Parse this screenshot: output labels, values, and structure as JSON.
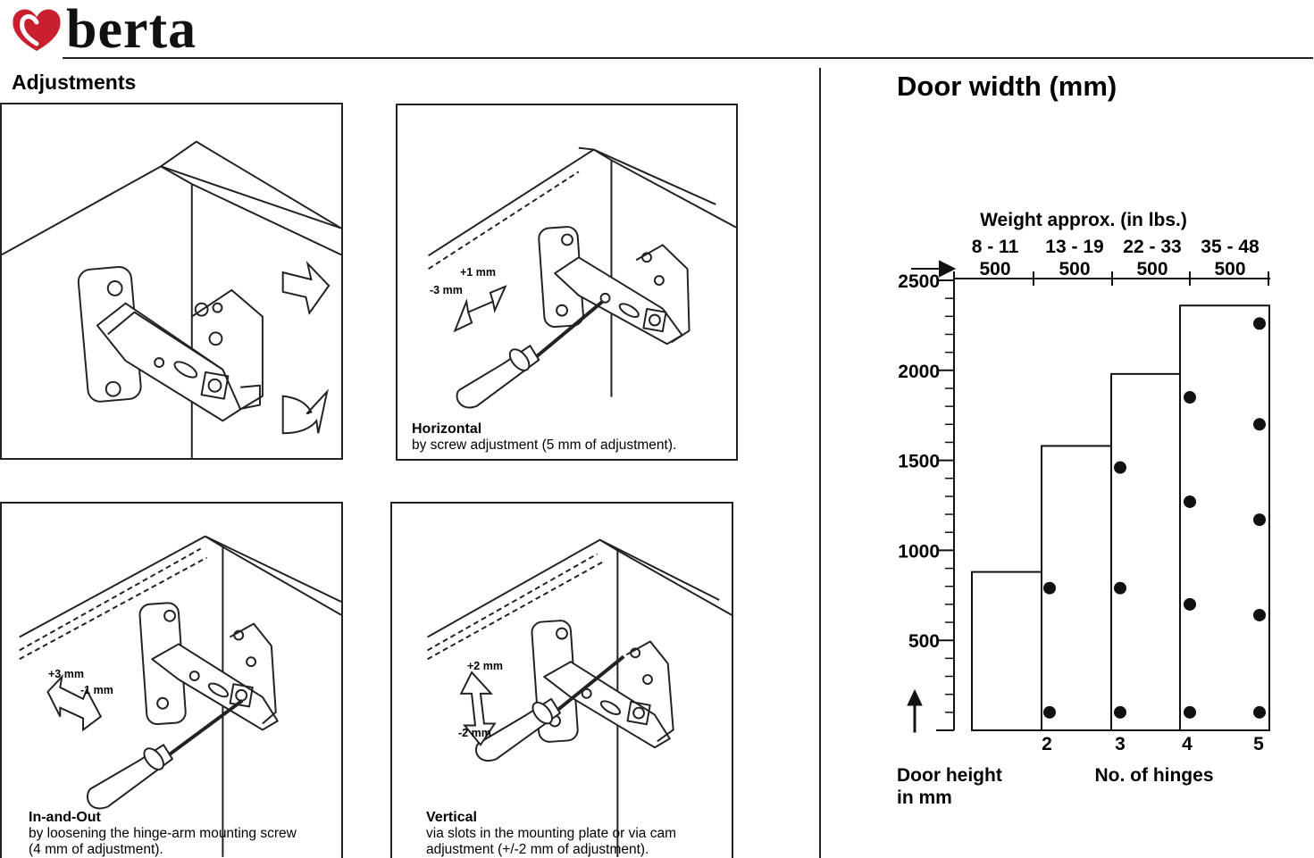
{
  "brand": {
    "name": "berta",
    "logo_icon": "heart-mark",
    "logo_color": "#c8202e"
  },
  "section_title": "Adjustments",
  "panels": [
    {
      "id": "push",
      "title": "",
      "lines": [],
      "labels": [],
      "icons": [
        "hinge-icon",
        "push-arrow-icon",
        "swing-arrow-icon"
      ]
    },
    {
      "id": "horizontal",
      "title": "Horizontal",
      "lines": [
        "by screw adjustment (5 mm of adjustment)."
      ],
      "labels": [
        "+1 mm",
        "-3 mm"
      ],
      "icons": [
        "hinge-icon",
        "screwdriver-icon",
        "double-arrow-icon"
      ]
    },
    {
      "id": "in-and-out",
      "title": "In-and-Out",
      "lines": [
        "by loosening the hinge-arm mounting screw",
        "(4 mm of adjustment)."
      ],
      "labels": [
        "+3 mm",
        "-1 mm"
      ],
      "icons": [
        "hinge-icon",
        "screwdriver-icon",
        "double-arrow-icon"
      ]
    },
    {
      "id": "vertical",
      "title": "Vertical",
      "lines": [
        "via slots in the mounting plate or via cam",
        "adjustment (+/-2 mm of adjustment)."
      ],
      "labels": [
        "+2 mm",
        "-2 mm"
      ],
      "icons": [
        "hinge-icon",
        "screwdriver-icon",
        "vertical-arrow-icon"
      ]
    }
  ],
  "chart_data": {
    "type": "bar",
    "title": "Door width (mm)",
    "top_axis_title": "Weight approx. (in lbs.)",
    "weight_ranges": [
      "8 - 11",
      "13 - 19",
      "22 - 33",
      "35 - 48"
    ],
    "width_values": [
      "500",
      "500",
      "500",
      "500"
    ],
    "y_ticks": [
      "2500",
      "2000",
      "1500",
      "1000",
      "500"
    ],
    "ylim": [
      0,
      2500
    ],
    "categories": [
      "2",
      "3",
      "4",
      "5"
    ],
    "values": [
      880,
      1580,
      1980,
      2360
    ],
    "hinge_positions": [
      [
        100,
        790
      ],
      [
        100,
        790,
        1460
      ],
      [
        100,
        700,
        1270,
        1850
      ],
      [
        100,
        640,
        1170,
        1700,
        2260
      ]
    ],
    "xlabel": "No. of hinges",
    "ylabel": [
      "Door height",
      "in mm"
    ]
  }
}
